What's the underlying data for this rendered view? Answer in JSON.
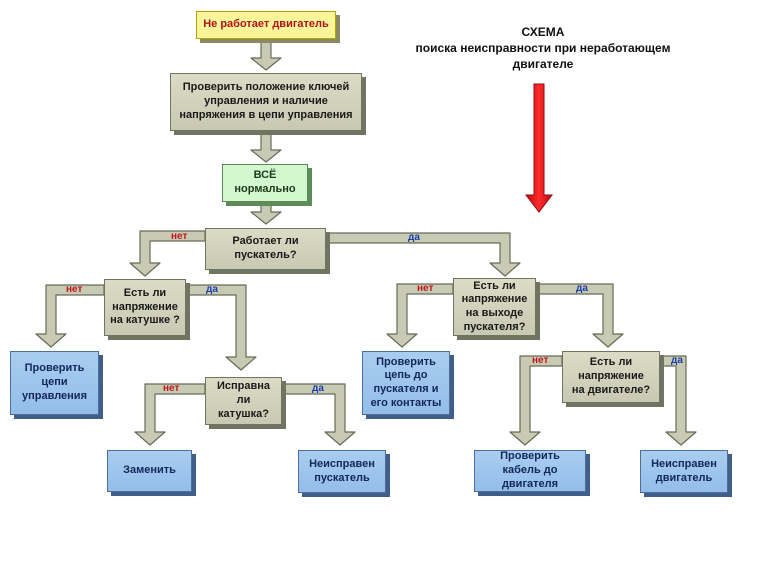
{
  "title": {
    "line1": "СХЕМА",
    "line2": "поиска неисправности при неработающем",
    "line3": "двигателе"
  },
  "boxes": {
    "start": "Не работает двигатель",
    "check_keys": "Проверить положение ключей управления и наличие напряжения в цепи управления",
    "all_ok": "ВСЁ нормально",
    "starter_works": "Работает ли пускатель?",
    "coil_voltage": "Есть ли напряжение на катушке ?",
    "check_control": "Проверить цепи управления",
    "coil_ok": "Исправна ли катушка?",
    "replace": "Заменить",
    "starter_faulty": "Неисправен пускатель",
    "output_voltage": "Есть ли напряжение на выходе пускателя?",
    "check_starter_circuit": "Проверить цепь до пускателя и его контакты",
    "motor_voltage": "Есть ли напряжение на двигателе?",
    "check_cable": "Проверить кабель до двигателя",
    "motor_faulty": "Неисправен двигатель"
  },
  "labels": {
    "no": "нет",
    "yes": "да"
  },
  "colors": {
    "arrow_fill": "#c9cab4",
    "arrow_stroke": "#666c56",
    "red_arrow": "#e0141b"
  }
}
